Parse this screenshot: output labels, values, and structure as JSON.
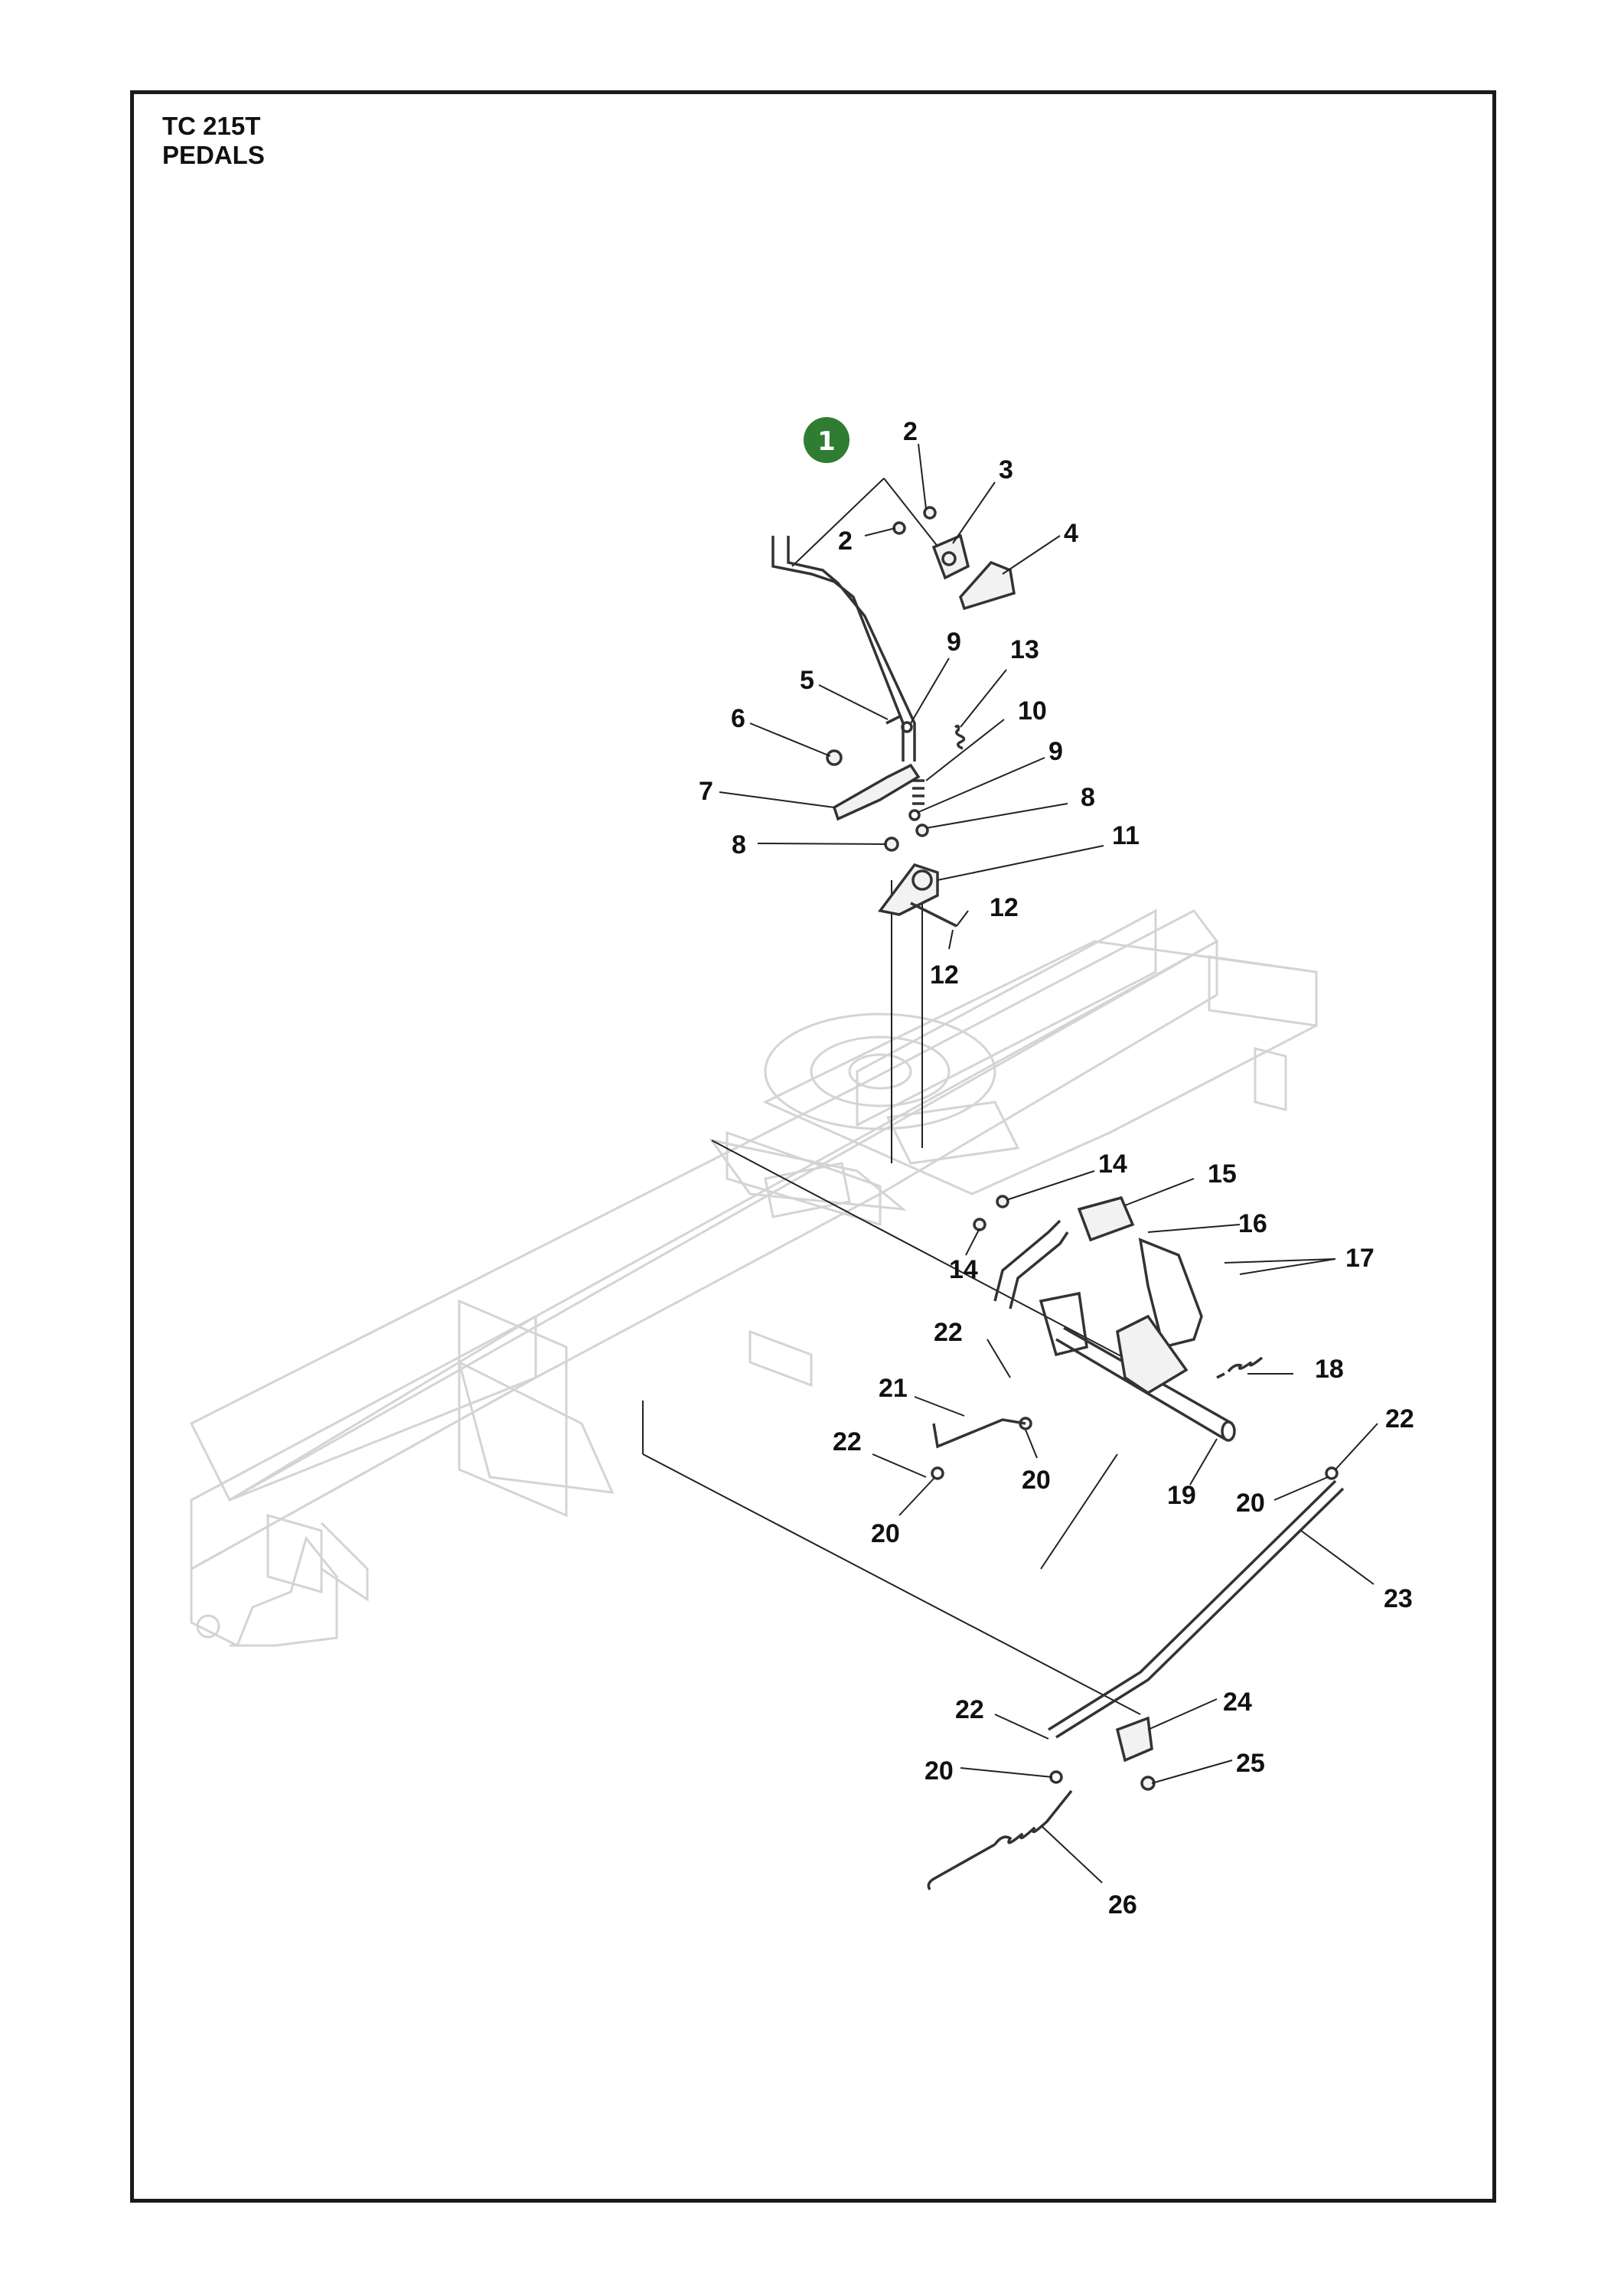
{
  "header": {
    "model": "TC 215T",
    "section": "PEDALS"
  },
  "badge": {
    "label": "1",
    "color": "#2e7d32"
  },
  "callouts": [
    "2",
    "3",
    "2",
    "4",
    "9",
    "13",
    "5",
    "6",
    "10",
    "9",
    "7",
    "8",
    "8",
    "11",
    "12",
    "12",
    "14",
    "15",
    "16",
    "14",
    "17",
    "22",
    "18",
    "21",
    "22",
    "22",
    "20",
    "19",
    "20",
    "20",
    "23",
    "22",
    "24",
    "25",
    "20",
    "26"
  ]
}
